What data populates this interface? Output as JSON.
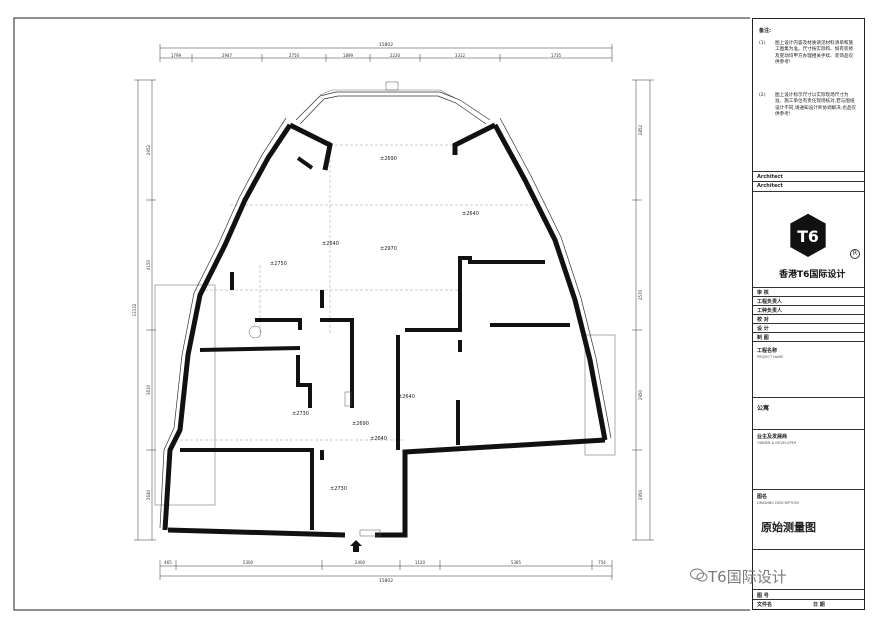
{
  "dimensions": {
    "total_top": "15802",
    "top_segments": [
      "1799",
      "2947",
      "2750",
      "1899",
      "2230",
      "3312",
      "1735"
    ],
    "total_bottom": "15802",
    "bottom_segments": [
      "465",
      "5300",
      "2400",
      "1120",
      "5385",
      "754"
    ],
    "left_segments": [
      "2952",
      "4150",
      "3610",
      "2640"
    ],
    "left_total": "13132",
    "right_segments": [
      "2852",
      "2570",
      "2950",
      "2950"
    ]
  },
  "heights": [
    "±2690",
    "±2640",
    "±2640",
    "±2970",
    "±2750",
    "±2730",
    "±2690",
    "±2640",
    "±2640",
    "±2730"
  ],
  "notes": {
    "title": "备注:",
    "items": [
      {
        "num": "(1)",
        "text": "图上设计内容及材质请见材料清单和施工图集为准。尺寸按实际和、如有装修及变动均甲方办理相关手续、装饰品仅供参考!"
      },
      {
        "num": "(2)",
        "text": "图上设计标示尺寸以实际现场尺寸为准、施工单位有责任现场核对,若与图纸设计不同,请通知设计师协调解决,也品仅供参考!"
      }
    ]
  },
  "title_block": {
    "architect_1": "Architect",
    "architect_2": "Architect",
    "brand_name": "香港T6国际设计",
    "logo_text": "T6",
    "reg_mark": "R",
    "roles": [
      "审 核",
      "工程负责人",
      "工种负责人",
      "校 对",
      "设 计",
      "制 图"
    ],
    "project_name_label": "工程名称",
    "project_name_sub": "PROJECT NAME",
    "project_value": "公寓",
    "owner_label": "业主及发展商",
    "owner_sub": "OWNER & DEVELOPER",
    "drawing_label": "图名",
    "drawing_sub": "DRAWING DESCRIPTION",
    "drawing_title": "原始测量图",
    "scale_label": "图 号",
    "file_label": "文件名",
    "date_label": "日 期"
  },
  "watermark": "T6国际设计"
}
